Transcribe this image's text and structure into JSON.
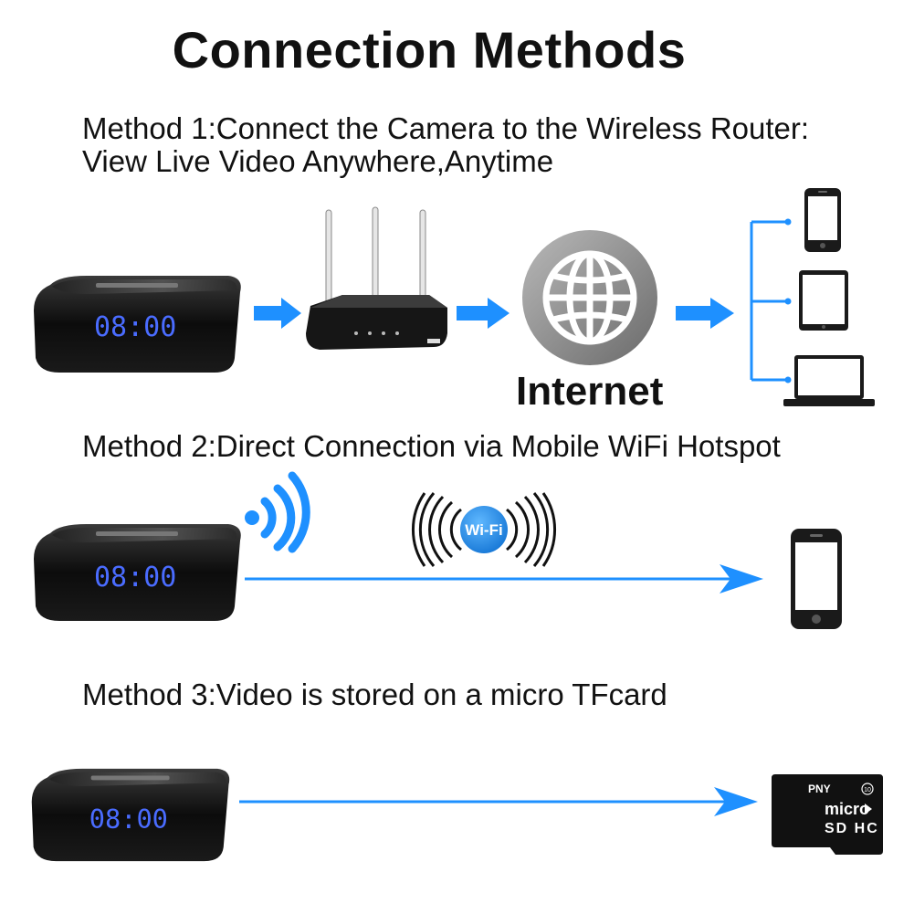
{
  "title": "Connection Methods",
  "method1": {
    "line1": "Method 1:Connect the Camera to the Wireless Router:",
    "line2": "View Live Video Anywhere,Anytime",
    "internet_label": "Internet"
  },
  "method2": {
    "label": "Method 2:Direct Connection via Mobile WiFi Hotspot",
    "wifi_badge": "Wi-Fi"
  },
  "method3": {
    "label": "Method 3:Video is stored on a micro TFcard",
    "card_brand": "PNY",
    "card_class": "10",
    "card_text": "micro",
    "card_type": "SD HC"
  },
  "clock_display": "08:00",
  "colors": {
    "arrow_blue": "#1e90ff",
    "clock_digits": "#4a6cff",
    "device_body": "#111111"
  },
  "icons": [
    "camera-clock-icon",
    "router-icon",
    "globe-icon",
    "smartphone-icon",
    "tablet-icon",
    "laptop-icon",
    "wifi-signal-icon",
    "wifi-badge-icon",
    "microsd-card-icon",
    "arrow-right-icon"
  ]
}
